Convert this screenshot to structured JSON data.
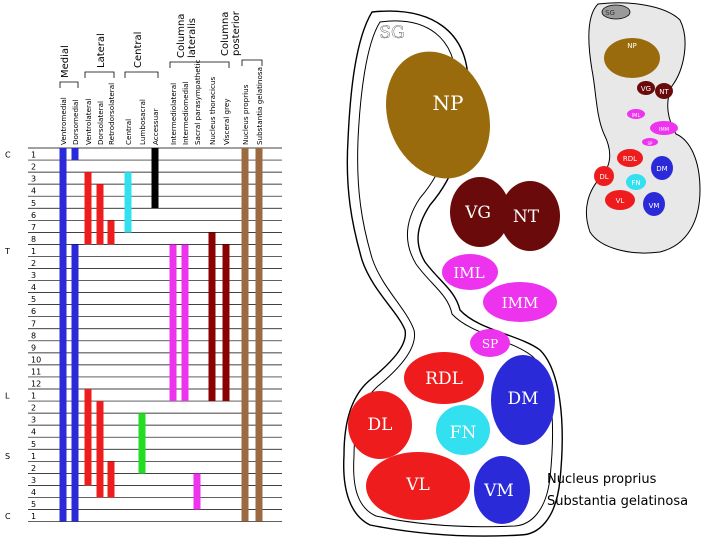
{
  "groups": [
    "Medial",
    "Lateral",
    "Central",
    "Columna lateralis",
    "Columna posterior"
  ],
  "columns": [
    "Ventromedial",
    "Dorsomedial",
    "Ventrolateral",
    "Dorsolateral",
    "Retrodorsolateral",
    "Central",
    "Lumbosacral",
    "Accessuar",
    "Intermediolateral",
    "Intermediomedial",
    "Sacral parasympathetic",
    "Nucleus thoracicus",
    "Visceral grey",
    "Nucleus proprius",
    "Substantia gelatinosa"
  ],
  "region_labels": [
    "C",
    "T",
    "L",
    "S",
    "C"
  ],
  "segment_numbers": [
    "1",
    "2",
    "3",
    "4",
    "5",
    "6",
    "7",
    "8",
    "1",
    "2",
    "3",
    "4",
    "5",
    "6",
    "7",
    "8",
    "9",
    "10",
    "11",
    "12",
    "1",
    "2",
    "3",
    "4",
    "5",
    "1",
    "2",
    "3",
    "4",
    "5",
    "1"
  ],
  "colors": {
    "blue": "#2a2ad8",
    "red": "#ee1c1c",
    "cyan": "#33e0f0",
    "black": "#000000",
    "magenta": "#ee33ee",
    "darkred": "#8b0000",
    "brown": "#9b6a40",
    "gold": "#9a6b0d",
    "maroon": "#6a0a0a",
    "grayfill": "#9a9a9a"
  },
  "bars": [
    {
      "column": 0,
      "from": 0,
      "to": 30,
      "color": "blue"
    },
    {
      "column": 1,
      "from": 0,
      "to": 0,
      "color": "blue"
    },
    {
      "column": 1,
      "from": 8,
      "to": 30,
      "color": "blue"
    },
    {
      "column": 2,
      "from": 2,
      "to": 7,
      "color": "red"
    },
    {
      "column": 2,
      "from": 20,
      "to": 27,
      "color": "red"
    },
    {
      "column": 3,
      "from": 3,
      "to": 7,
      "color": "red"
    },
    {
      "column": 3,
      "from": 21,
      "to": 28,
      "color": "red"
    },
    {
      "column": 4,
      "from": 6,
      "to": 7,
      "color": "red"
    },
    {
      "column": 4,
      "from": 26,
      "to": 28,
      "color": "red"
    },
    {
      "column": 5,
      "from": 2,
      "to": 6,
      "color": "cyan"
    },
    {
      "column": 6,
      "from": 22,
      "to": 26,
      "color": "green"
    },
    {
      "column": 7,
      "from": 0,
      "to": 4,
      "color": "black"
    },
    {
      "column": 8,
      "from": 8,
      "to": 20,
      "color": "magenta"
    },
    {
      "column": 9,
      "from": 8,
      "to": 20,
      "color": "magenta"
    },
    {
      "column": 10,
      "from": 27,
      "to": 29,
      "color": "magenta"
    },
    {
      "column": 11,
      "from": 7,
      "to": 20,
      "color": "darkred"
    },
    {
      "column": 12,
      "from": 8,
      "to": 20,
      "color": "darkred"
    },
    {
      "column": 13,
      "from": 0,
      "to": 30,
      "color": "brown"
    },
    {
      "column": 14,
      "from": 0,
      "to": 30,
      "color": "brown"
    }
  ],
  "cord_labels": {
    "SG": "SG",
    "NP": "NP",
    "VG": "VG",
    "NT": "NT",
    "IML": "IML",
    "IMM": "IMM",
    "SP": "SP",
    "RDL": "RDL",
    "DM": "DM",
    "DL": "DL",
    "FN": "FN",
    "VL": "VL",
    "VM": "VM"
  },
  "captions": {
    "nucleus_proprius": "Nucleus proprius",
    "substantia_gelatinosa": "Substantia gelatinosa"
  }
}
